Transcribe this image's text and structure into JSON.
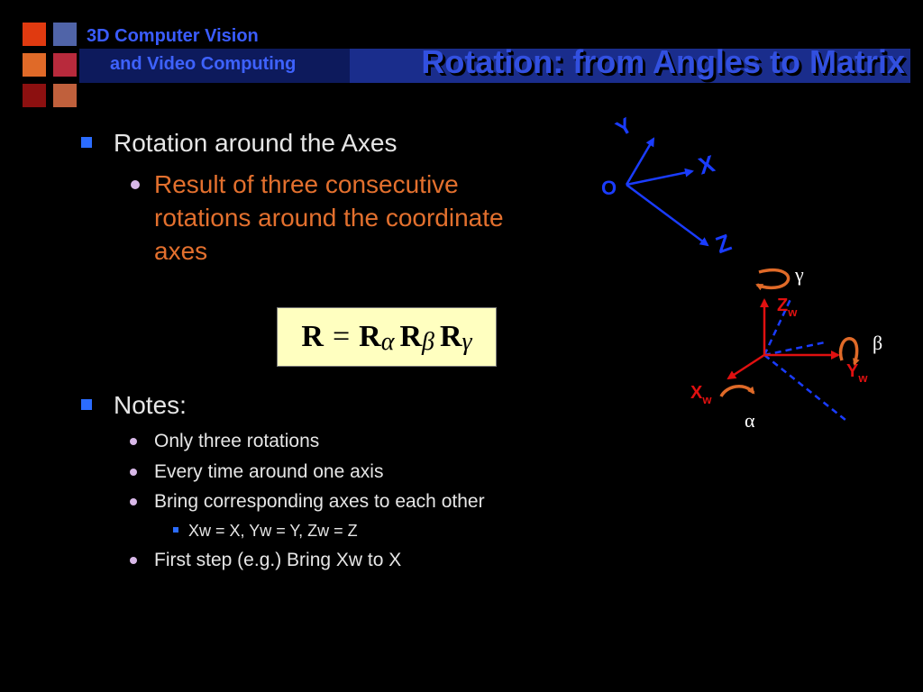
{
  "header": {
    "course_line1": "3D Computer Vision",
    "course_line2": "and Video Computing",
    "title": "Rotation: from Angles to Matrix"
  },
  "logo": {
    "colors": [
      "#e03a10",
      "#5064a8",
      "#e06a28",
      "#b82a3c",
      "#8c1010",
      "#c0603c"
    ]
  },
  "bullets": {
    "b1_text": "Rotation around the Axes",
    "b1_sub": "Result of three consecutive rotations around the coordinate axes",
    "b2_text": "Notes:",
    "notes": [
      "Only three rotations",
      "Every time around one axis",
      "Bring corresponding axes to each other"
    ],
    "sub_note": "Xw = X, Yw = Y, Zw = Z",
    "last_note": "First step (e.g.) Bring Xw to X"
  },
  "equation": {
    "lhs": "R",
    "eq": "=",
    "r1": "R",
    "a": "α",
    "r2": "R",
    "b": "β",
    "r3": "R",
    "g": "γ"
  },
  "camera_frame": {
    "origin": "O",
    "x": "X",
    "y": "Y",
    "z": "Z",
    "color": "#1a3cff"
  },
  "world_frame": {
    "xw_main": "X",
    "xw_sub": "w",
    "yw_main": "Y",
    "yw_sub": "w",
    "zw_main": "Z",
    "zw_sub": "w",
    "alpha": "α",
    "beta": "β",
    "gamma": "γ",
    "color": "#e01010"
  }
}
